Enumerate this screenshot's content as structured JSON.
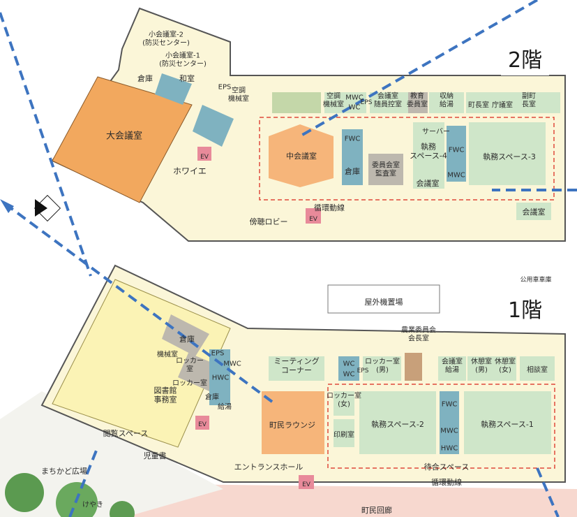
{
  "floors": {
    "second": {
      "tag": "2階",
      "rooms": [
        {
          "id": "small-meeting-2",
          "lines": [
            "小会議室-2",
            "(防災センター)"
          ]
        },
        {
          "id": "small-meeting-1",
          "lines": [
            "小会議室-1",
            "(防災センター)"
          ]
        },
        {
          "id": "japanese-room",
          "lines": [
            "和室"
          ]
        },
        {
          "id": "storage-a",
          "lines": [
            "倉庫"
          ]
        },
        {
          "id": "eps-a",
          "lines": [
            "EPS"
          ]
        },
        {
          "id": "hvac-mech",
          "lines": [
            "空調",
            "機械室"
          ]
        },
        {
          "id": "large-meeting",
          "lines": [
            "大会議室"
          ]
        },
        {
          "id": "foyer",
          "lines": [
            "ホワイエ"
          ]
        },
        {
          "id": "ev-2a",
          "lines": [
            "EV"
          ]
        },
        {
          "id": "hvac-room",
          "lines": [
            "空調",
            "機械室"
          ]
        },
        {
          "id": "mwc-2a",
          "lines": [
            "MWC"
          ]
        },
        {
          "id": "wc-2a",
          "lines": [
            "WC"
          ]
        },
        {
          "id": "eps-b",
          "lines": [
            "EPS"
          ]
        },
        {
          "id": "meeting-waiting",
          "lines": [
            "会議室",
            "随員控室"
          ]
        },
        {
          "id": "education-room",
          "lines": [
            "教育",
            "委員室"
          ]
        },
        {
          "id": "storage-kitchen",
          "lines": [
            "収納",
            "給湯"
          ]
        },
        {
          "id": "mayor-room",
          "lines": [
            "町長室"
          ]
        },
        {
          "id": "council-room",
          "lines": [
            "庁議室"
          ]
        },
        {
          "id": "deputy-mayor",
          "lines": [
            "副町",
            "長室"
          ]
        },
        {
          "id": "middle-meeting",
          "lines": [
            "中会議室"
          ]
        },
        {
          "id": "fwc-2a",
          "lines": [
            "FWC"
          ]
        },
        {
          "id": "storage-b",
          "lines": [
            "倉庫"
          ]
        },
        {
          "id": "committee-office",
          "lines": [
            "委員会室",
            "監査室"
          ]
        },
        {
          "id": "server",
          "lines": [
            "サーバー"
          ]
        },
        {
          "id": "work-space-4",
          "lines": [
            "執務",
            "スペース-4"
          ]
        },
        {
          "id": "fwc-2b",
          "lines": [
            "FWC"
          ]
        },
        {
          "id": "mwc-2b",
          "lines": [
            "MWC"
          ]
        },
        {
          "id": "meeting-room-a",
          "lines": [
            "会議室"
          ]
        },
        {
          "id": "work-space-3",
          "lines": [
            "執務スペース-3"
          ]
        },
        {
          "id": "circulation-2",
          "lines": [
            "循環動線"
          ]
        },
        {
          "id": "ev-2b",
          "lines": [
            "EV"
          ]
        },
        {
          "id": "gallery-lobby",
          "lines": [
            "傍聴ロビー"
          ]
        },
        {
          "id": "meeting-room-b",
          "lines": [
            "会議室"
          ]
        }
      ]
    },
    "first": {
      "tag": "1階",
      "rooms": [
        {
          "id": "outdoor-machine",
          "lines": [
            "屋外機置場"
          ]
        },
        {
          "id": "agri-chair",
          "lines": [
            "農業委員会",
            "会長室"
          ]
        },
        {
          "id": "storage-1",
          "lines": [
            "倉庫"
          ]
        },
        {
          "id": "machine-room",
          "lines": [
            "機械室"
          ]
        },
        {
          "id": "locker-a",
          "lines": [
            "ロッカー",
            "室"
          ]
        },
        {
          "id": "eps-1",
          "lines": [
            "EPS"
          ]
        },
        {
          "id": "locker-b",
          "lines": [
            "ロッカー室"
          ]
        },
        {
          "id": "mwc-1a",
          "lines": [
            "MWC"
          ]
        },
        {
          "id": "hwc-1a",
          "lines": [
            "HWC"
          ]
        },
        {
          "id": "meeting-corner",
          "lines": [
            "ミーティング",
            "コーナー"
          ]
        },
        {
          "id": "wc-1a",
          "lines": [
            "WC"
          ]
        },
        {
          "id": "wc-1b",
          "lines": [
            "WC"
          ]
        },
        {
          "id": "eps-1b",
          "lines": [
            "EPS"
          ]
        },
        {
          "id": "locker-men",
          "lines": [
            "ロッカー室",
            "(男)"
          ]
        },
        {
          "id": "conference-storage",
          "lines": [
            "会議室",
            "給湯"
          ]
        },
        {
          "id": "rest-men",
          "lines": [
            "休憩室",
            "(男)"
          ]
        },
        {
          "id": "rest-women",
          "lines": [
            "休憩室",
            "(女)"
          ]
        },
        {
          "id": "consult-room",
          "lines": [
            "相談室"
          ]
        },
        {
          "id": "library-office",
          "lines": [
            "図書館",
            "事務室"
          ]
        },
        {
          "id": "storage-1b",
          "lines": [
            "倉庫"
          ]
        },
        {
          "id": "kitchen-1",
          "lines": [
            "給湯"
          ]
        },
        {
          "id": "ev-1a",
          "lines": [
            "EV"
          ]
        },
        {
          "id": "reading-space",
          "lines": [
            "閲覧スペース"
          ]
        },
        {
          "id": "children-books",
          "lines": [
            "児童書"
          ]
        },
        {
          "id": "town-lounge",
          "lines": [
            "町民ラウンジ"
          ]
        },
        {
          "id": "locker-women",
          "lines": [
            "ロッカー室",
            "(女)"
          ]
        },
        {
          "id": "print-room",
          "lines": [
            "印刷室"
          ]
        },
        {
          "id": "work-space-2",
          "lines": [
            "執務スペース-2"
          ]
        },
        {
          "id": "fwc-1",
          "lines": [
            "FWC"
          ]
        },
        {
          "id": "mwc-1b",
          "lines": [
            "MWC"
          ]
        },
        {
          "id": "hwc-1b",
          "lines": [
            "HWC"
          ]
        },
        {
          "id": "work-space-1",
          "lines": [
            "執務スペース-1"
          ]
        },
        {
          "id": "entrance-hall",
          "lines": [
            "エントランスホール"
          ]
        },
        {
          "id": "waiting-space",
          "lines": [
            "待合スペース"
          ]
        },
        {
          "id": "circulation-1",
          "lines": [
            "循環動線"
          ]
        },
        {
          "id": "ev-1b",
          "lines": [
            "EV"
          ]
        },
        {
          "id": "corner-plaza",
          "lines": [
            "まちかど広場"
          ]
        },
        {
          "id": "zelkova",
          "lines": [
            "けやき"
          ]
        },
        {
          "id": "town-corridor",
          "lines": [
            "町民回廊"
          ]
        },
        {
          "id": "public-parking",
          "lines": [
            "公用車車庫"
          ]
        }
      ]
    }
  },
  "colors": {
    "work_space": "#cfe6c9",
    "large_hall": "#f2a85e",
    "lounge": "#f6b57a",
    "library": "#fbf3b5",
    "corridor_fill": "#fbf6d8",
    "teal": "#7fb2c0",
    "grey_room": "#bdb8ae",
    "dashed_blue": "#3d74c0",
    "circulation": "#e0483a"
  }
}
